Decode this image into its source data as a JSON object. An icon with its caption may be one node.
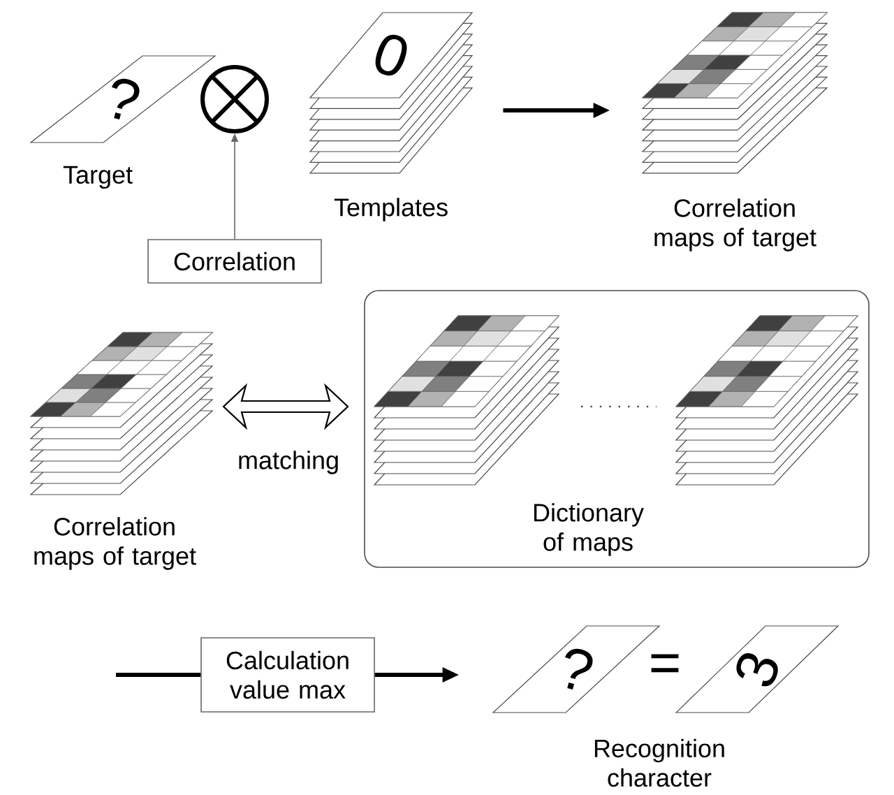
{
  "diagram": {
    "nodes": [
      {
        "text": [
          "?"
        ],
        "beside": [
          "Target"
        ]
      },
      {
        "text": [],
        "shape": "circle"
      },
      {
        "text": [
          "Correlation"
        ]
      },
      {
        "text": [
          "0"
        ],
        "beside": [
          "Templates"
        ]
      },
      {
        "text": [],
        "shape": "stack",
        "beside": [
          "Correlation maps of target"
        ]
      },
      {
        "text": [],
        "shape": "stack",
        "beside": [
          "Correlation maps of target"
        ]
      },
      {
        "text": [
          "Dictionary of maps"
        ]
      },
      {
        "text": [],
        "shape": "stack",
        "in": 6
      },
      {
        "text": [],
        "shape": "stack",
        "in": 6
      },
      {
        "text": [
          "Calculation value max"
        ]
      },
      {
        "text": [
          "?"
        ]
      },
      {
        "text": [
          "3"
        ]
      }
    ],
    "edges": [
      {
        "from": 2,
        "to": 1,
        "arrow": "to",
        "color": "#666666"
      },
      {
        "from": 3,
        "to": 4,
        "arrow": "to"
      },
      {
        "from": 5,
        "to": 6,
        "arrow": "both",
        "label": "matching"
      },
      {
        "from": null,
        "to": 9,
        "arrow": "none"
      },
      {
        "from": 9,
        "to": 10,
        "arrow": "to"
      }
    ],
    "labels": [
      "=",
      "Recognition character"
    ]
  }
}
